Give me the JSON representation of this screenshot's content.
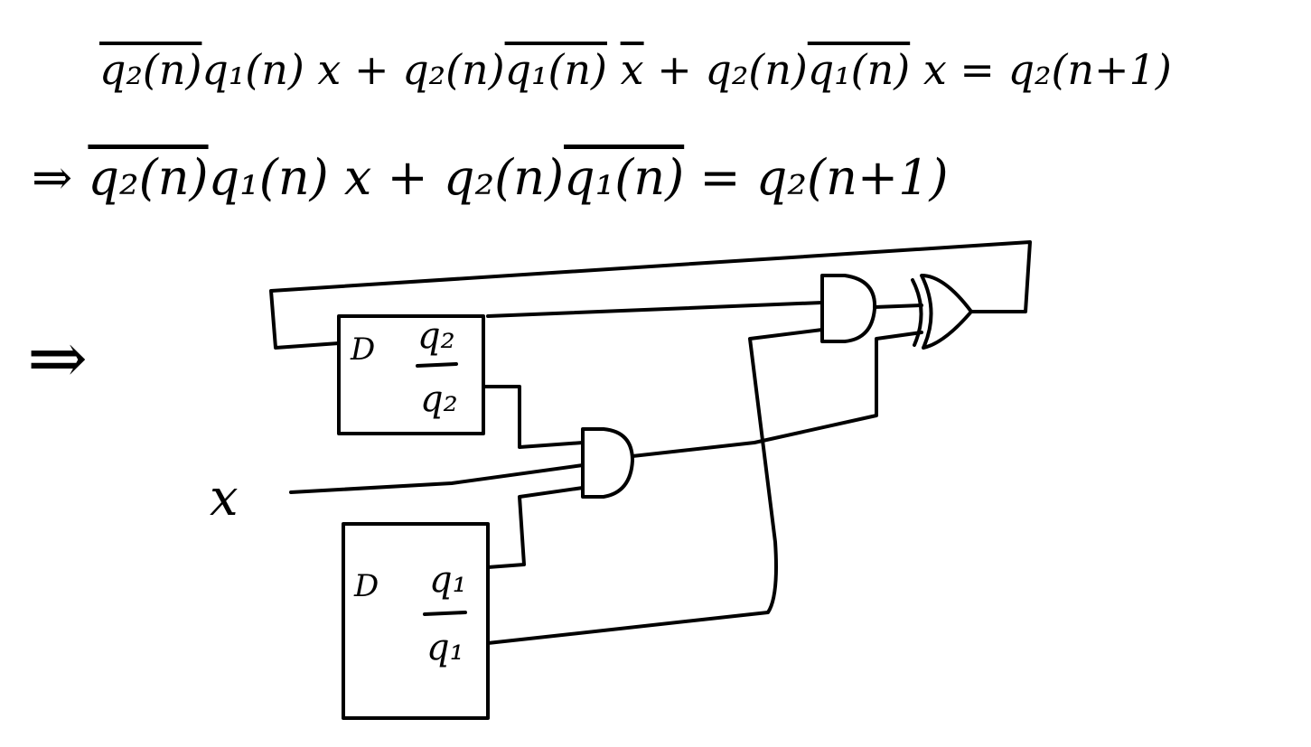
{
  "equation1": {
    "terms": [
      "q₂(n)",
      "q₁(n) x",
      "+",
      "q₂(n)",
      "q₁(n)",
      "x",
      "+",
      "q₂(n)",
      "q₁(n)",
      "x",
      "=",
      "q₂(n+1)"
    ]
  },
  "equation2": {
    "arrow": "⇒",
    "terms": [
      "q₂(n)",
      "q₁(n) x",
      "+",
      "q₂(n)",
      "q₁(n)",
      "=",
      "q₂(n+1)"
    ]
  },
  "diagram": {
    "arrow": "⇒",
    "flipflop1": {
      "d": "D",
      "q": "q₂",
      "qbar": "q₂"
    },
    "flipflop2": {
      "d": "D",
      "q": "q₁",
      "qbar": "q₁"
    },
    "input_x": "x"
  }
}
